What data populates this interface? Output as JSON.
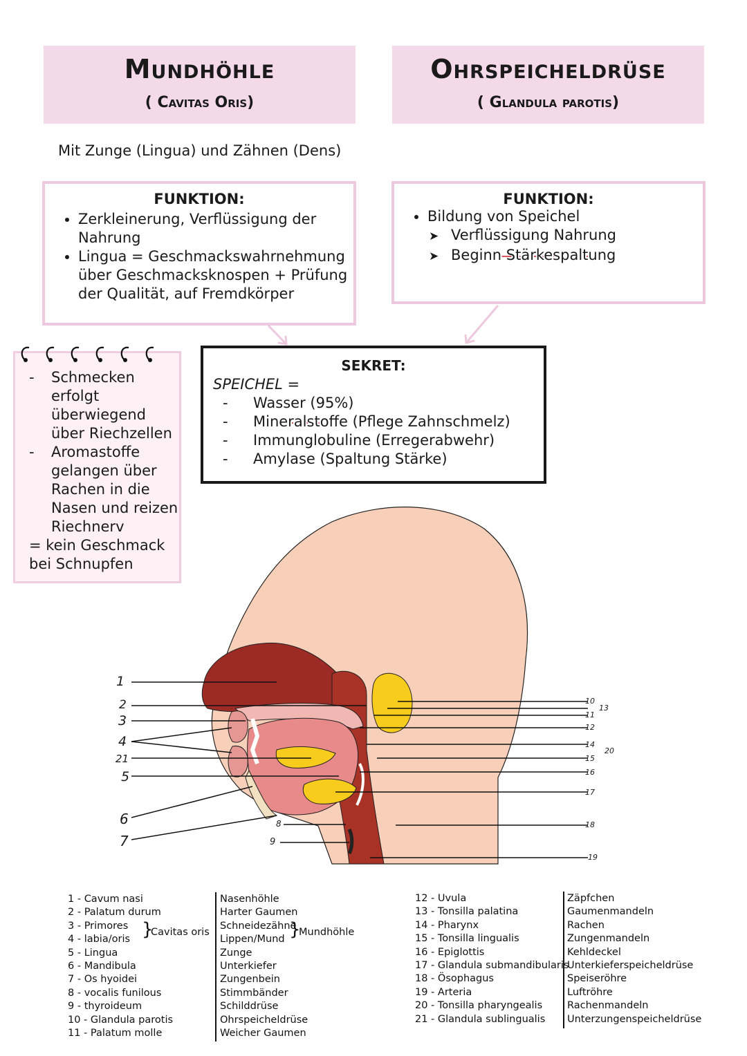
{
  "left_header": {
    "title": "Mundhöhle",
    "subtitle": "( Cavitas Oris)"
  },
  "right_header": {
    "title": "Ohrspeicheldrüse",
    "subtitle": "( Glandula parotis)"
  },
  "intro_text": "Mit Zunge (Lingua) und Zähnen (Dens)",
  "left_function": {
    "heading": "FUNKTION:",
    "items": [
      "Zerkleinerung, Verflüssigung der Nahrung",
      "Lingua = Geschmackswahrnehmung über Geschmacksknospen + Prüfung der Qualität, auf Fremdkörper"
    ]
  },
  "right_function": {
    "heading": "FUNKTION:",
    "bullet": "Bildung von Speichel",
    "subitems": [
      "Verflüssigung Nahrung",
      "Beginn Stärkespaltung"
    ]
  },
  "side_note": {
    "items": [
      "Schmecken erfolgt überwiegend über Riechzellen",
      "Aromastoffe gelangen über Rachen in die Nasen und reizen Riechnerv"
    ],
    "conclusion": "= kein Geschmack bei Schnupfen"
  },
  "sekret": {
    "heading": "SEKRET:",
    "lead": "SPEICHEL =",
    "items": [
      {
        "name": "Wasser",
        "detail": " (95%)"
      },
      {
        "name": "Mineralstoffe",
        "detail": " (Pflege Zahnschmelz)"
      },
      {
        "name": "Immunglobuline",
        "detail": " (Erregerabwehr)"
      },
      {
        "name": "Amylase",
        "detail": " (Spaltung Stärke)"
      }
    ]
  },
  "diagram_labels": {
    "left": [
      "1",
      "2",
      "3",
      "4",
      "21",
      "5",
      "6",
      "7",
      "8",
      "9"
    ],
    "right": [
      "10",
      "11",
      "12",
      "13",
      "14",
      "15",
      "16",
      "17",
      "18",
      "19",
      "20"
    ]
  },
  "legend_left": [
    {
      "num": "1",
      "latin": "Cavum nasi",
      "german": "Nasenhöhle"
    },
    {
      "num": "2",
      "latin": "Palatum durum",
      "german": "Harter Gaumen"
    },
    {
      "num": "3",
      "latin": "Primores",
      "german": "Schneidezähne"
    },
    {
      "num": "4",
      "latin": "labia/oris",
      "german": "Lippen/Mund"
    },
    {
      "num": "5",
      "latin": "Lingua",
      "german": "Zunge"
    },
    {
      "num": "6",
      "latin": "Mandibula",
      "german": "Unterkiefer"
    },
    {
      "num": "7",
      "latin": "Os hyoidei",
      "german": "Zungenbein"
    },
    {
      "num": "8",
      "latin": "vocalis funilous",
      "german": "Stimmbänder"
    },
    {
      "num": "9",
      "latin": "thyroideum",
      "german": "Schilddrüse"
    },
    {
      "num": "10",
      "latin": "Glandula parotis",
      "german": "Ohrspeicheldrüse"
    },
    {
      "num": "11",
      "latin": "Palatum molle",
      "german": "Weicher Gaumen"
    }
  ],
  "legend_left_brace_latin": "Cavitas oris",
  "legend_left_brace_german": "Mundhöhle",
  "legend_right": [
    {
      "num": "12",
      "latin": "Uvula",
      "german": "Zäpfchen"
    },
    {
      "num": "13",
      "latin": "Tonsilla palatina",
      "german": "Gaumenmandeln"
    },
    {
      "num": "14",
      "latin": "Pharynx",
      "german": "Rachen"
    },
    {
      "num": "15",
      "latin": "Tonsilla lingualis",
      "german": "Zungenmandeln"
    },
    {
      "num": "16",
      "latin": "Epiglottis",
      "german": "Kehldeckel"
    },
    {
      "num": "17",
      "latin": "Glandula submandibularis",
      "german": "Unterkieferspeicheldrüse"
    },
    {
      "num": "18",
      "latin": "Ösophagus",
      "german": "Speiseröhre"
    },
    {
      "num": "19",
      "latin": "Arteria",
      "german": "Luftröhre"
    },
    {
      "num": "20",
      "latin": "Tonsilla pharyngealis",
      "german": "Rachenmandeln"
    },
    {
      "num": "21",
      "latin": "Glandula sublingualis",
      "german": "Unterzungenspeicheldrüse"
    }
  ],
  "colors": {
    "title_pink": "#f4d9e8",
    "box_border_pink": "#edc8de",
    "skin": "#f8cfb8",
    "muscle": "#9c2b25",
    "tissue": "#e98a8a",
    "gland_yellow": "#f7cc1c",
    "underline_red": "#d9535f"
  }
}
